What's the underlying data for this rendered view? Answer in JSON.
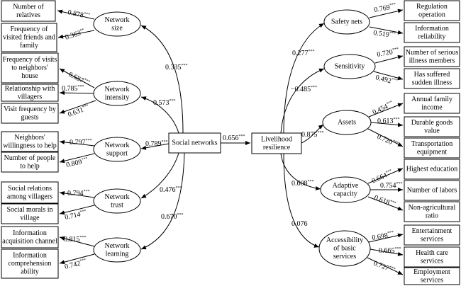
{
  "left_indicators": [
    {
      "lines": [
        "Number of",
        "relatives"
      ]
    },
    {
      "lines": [
        "Frequency of",
        "visited friends and",
        "family"
      ]
    },
    {
      "lines": [
        "Frequency of visits",
        "to neighbors'",
        "house"
      ]
    },
    {
      "lines": [
        "Relationship with",
        "villagers"
      ]
    },
    {
      "lines": [
        "Visit frequency by",
        "guests"
      ]
    },
    {
      "lines": [
        "Neighbors'",
        "willingness to help"
      ]
    },
    {
      "lines": [
        "Number of people",
        "to help"
      ]
    },
    {
      "lines": [
        "Social relations",
        "among villagers"
      ]
    },
    {
      "lines": [
        "Social morals in",
        "village"
      ]
    },
    {
      "lines": [
        "Information",
        "acquisition channel"
      ]
    },
    {
      "lines": [
        "Information",
        "comprehension",
        "ability"
      ]
    }
  ],
  "left_factors": [
    {
      "lines": [
        "Network",
        "size"
      ]
    },
    {
      "lines": [
        "Network",
        "intensity"
      ]
    },
    {
      "lines": [
        "Network",
        "support"
      ]
    },
    {
      "lines": [
        "Network",
        "trust"
      ]
    },
    {
      "lines": [
        "Network",
        "learning"
      ]
    }
  ],
  "social_networks": {
    "lines": [
      "Social networks"
    ]
  },
  "livelihood_resilience": {
    "lines": [
      "Livelihood",
      "resilience"
    ]
  },
  "right_factors": [
    {
      "lines": [
        "Safety nets"
      ]
    },
    {
      "lines": [
        "Sensitivity"
      ]
    },
    {
      "lines": [
        "Assets"
      ]
    },
    {
      "lines": [
        "Adaptive",
        "capacity"
      ]
    },
    {
      "lines": [
        "Accessibility",
        "of basic",
        "services"
      ]
    }
  ],
  "right_indicators": [
    {
      "lines": [
        "Regulation",
        "operation"
      ]
    },
    {
      "lines": [
        "Information",
        "reliability"
      ]
    },
    {
      "lines": [
        "Number of serious",
        "illness members"
      ]
    },
    {
      "lines": [
        "Has suffered",
        "sudden illness"
      ]
    },
    {
      "lines": [
        "Annual family",
        "income"
      ]
    },
    {
      "lines": [
        "Durable goods",
        "value"
      ]
    },
    {
      "lines": [
        "Transportation",
        "equipment"
      ]
    },
    {
      "lines": [
        "Highest education"
      ]
    },
    {
      "lines": [
        "Number of labors"
      ]
    },
    {
      "lines": [
        "Non-agricultural",
        "ratio"
      ]
    },
    {
      "lines": [
        "Entertainment",
        "services"
      ]
    },
    {
      "lines": [
        "Health care",
        "services"
      ]
    },
    {
      "lines": [
        "Employment",
        "services"
      ]
    }
  ],
  "coefficients": {
    "left_loadings": [
      {
        "value": "0.878",
        "sig": "***"
      },
      {
        "value": "0.363",
        "sig": "**"
      },
      {
        "value": "0.687",
        "sig": "***"
      },
      {
        "value": "0.785",
        "sig": "***"
      },
      {
        "value": "0.631",
        "sig": "***"
      },
      {
        "value": "0.797",
        "sig": "***"
      },
      {
        "value": "0.809",
        "sig": "***"
      },
      {
        "value": "0.794",
        "sig": "***"
      },
      {
        "value": "0.714",
        "sig": "***"
      },
      {
        "value": "0.815",
        "sig": "***"
      },
      {
        "value": "0.742",
        "sig": "***"
      }
    ],
    "social_paths": [
      {
        "value": "0.335",
        "sig": "***"
      },
      {
        "value": "0.573",
        "sig": "***"
      },
      {
        "value": "0.789",
        "sig": "***"
      },
      {
        "value": "0.476",
        "sig": "***"
      },
      {
        "value": "0.670",
        "sig": "***"
      }
    ],
    "main_path": {
      "value": "0.656",
      "sig": "***"
    },
    "resilience_paths": [
      {
        "value": "0.277",
        "sig": "***"
      },
      {
        "value": "−0.485",
        "sig": "***"
      },
      {
        "value": "0.875",
        "sig": "***"
      },
      {
        "value": "0.608",
        "sig": "***"
      },
      {
        "value": "0.076",
        "sig": ""
      }
    ],
    "right_loadings": [
      {
        "value": "0.769",
        "sig": "***"
      },
      {
        "value": "0.519",
        "sig": "***"
      },
      {
        "value": "0.720",
        "sig": "***"
      },
      {
        "value": "0.492",
        "sig": "***"
      },
      {
        "value": "0.454",
        "sig": "***"
      },
      {
        "value": "0.613",
        "sig": "***"
      },
      {
        "value": "0.720",
        "sig": "***"
      },
      {
        "value": "0.664",
        "sig": "***"
      },
      {
        "value": "0.754",
        "sig": "***"
      },
      {
        "value": "0.618",
        "sig": "***"
      },
      {
        "value": "0.698",
        "sig": "***"
      },
      {
        "value": "0.665",
        "sig": "***"
      },
      {
        "value": "0.727",
        "sig": "***"
      }
    ]
  }
}
